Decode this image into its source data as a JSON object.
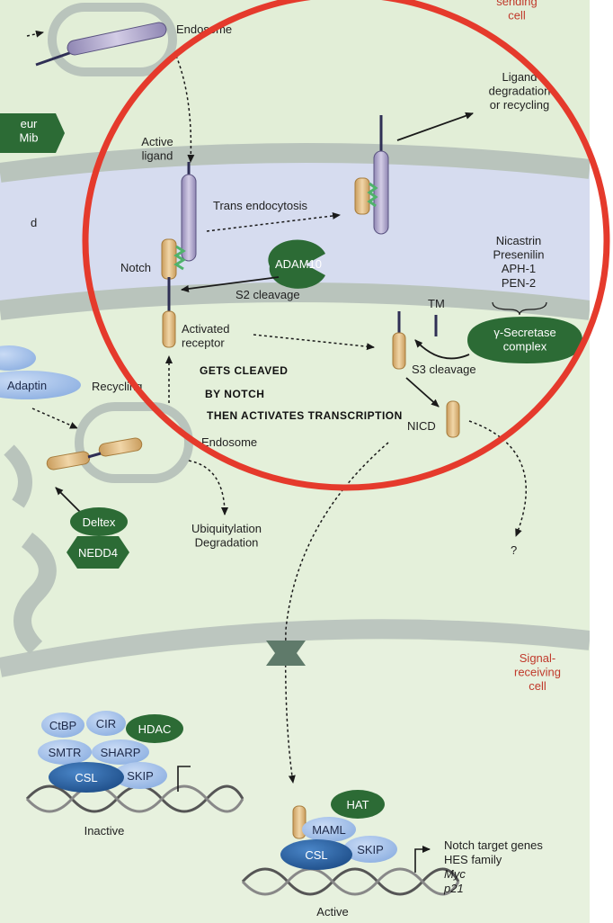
{
  "labels": {
    "sending_cell": "sending\ncell",
    "endosome_top": "Endosome",
    "ligand_degradation": "Ligand\ndegradation\nor recycling",
    "neur_mib": "eur\nMib",
    "active_ligand": "Active\nligand",
    "trans_endocytosis": "Trans endocytosis",
    "left_d": "d",
    "notch": "Notch",
    "adam10": "ADAM10",
    "s2_cleavage": "S2 cleavage",
    "nicastrin_group": "Nicastrin\nPresenilin\nAPH-1\nPEN-2",
    "tm": "TM",
    "gamma_secretase": "γ-Secretase\ncomplex",
    "activated_receptor": "Activated\nreceptor",
    "s3_cleavage": "S3 cleavage",
    "adaptin": "Adaptin",
    "recycling": "Recycling",
    "nicd": "NICD",
    "endosome_bottom": "Endosome",
    "deltex": "Deltex",
    "nedd4": "NEDD4",
    "ubiquitylation": "Ubiquitylation\nDegradation",
    "question": "?",
    "signal_receiving_cell": "Signal-\nreceiving\ncell",
    "ctbp": "CtBP",
    "cir": "CIR",
    "hdac": "HDAC",
    "smtr": "SMTR",
    "sharp": "SHARP",
    "csl_left": "CSL",
    "skip_left": "SKIP",
    "inactive": "Inactive",
    "hat": "HAT",
    "maml": "MAML",
    "csl_right": "CSL",
    "skip_right": "SKIP",
    "notch_target_genes": "Notch target genes",
    "hes_family": "HES family",
    "myc": "Myc",
    "p21": "p21",
    "active": "Active"
  },
  "annotation": {
    "line1": "GETS CLEAVED",
    "line2": "BY NOTCH",
    "line3": "THEN ACTIVATES  TRANSCRIPTION"
  },
  "colors": {
    "membrane": "#b9c4bc",
    "sending_cytoplasm": "#e2eed7",
    "extracellular": "#d6dcef",
    "receiving_cytoplasm": "#e4f0da",
    "receptor_tan": "#e2c08d",
    "ligand_purple": "#b7b0cf",
    "dark_green": "#2c6b35",
    "light_blue": "#a9c4ea",
    "dark_blue": "#2c66a6",
    "annotation_circle": "#e53a2c"
  }
}
